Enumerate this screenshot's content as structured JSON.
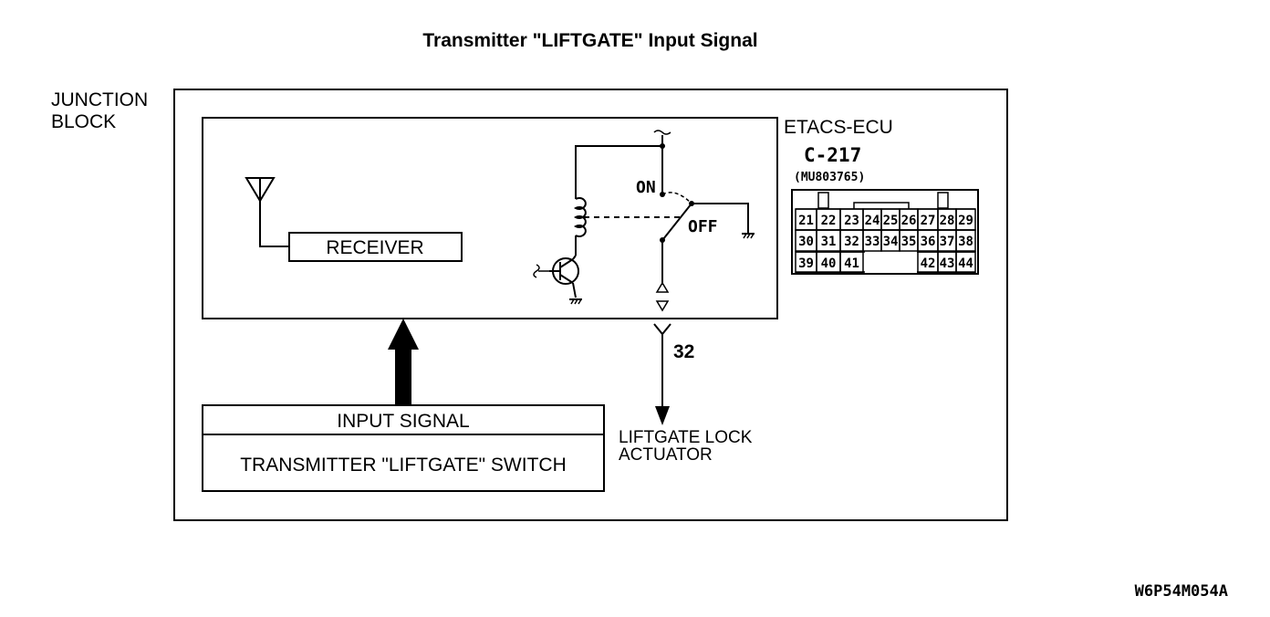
{
  "title": "Transmitter \"LIFTGATE\" Input Signal",
  "junction_block": {
    "line1": "JUNCTION",
    "line2": "BLOCK"
  },
  "receiver_label": "RECEIVER",
  "relay": {
    "on_label": "ON",
    "off_label": "OFF"
  },
  "pin_label": "32",
  "actuator": {
    "line1": "LIFTGATE LOCK",
    "line2": "ACTUATOR"
  },
  "input_box": {
    "header": "INPUT SIGNAL",
    "body": "TRANSMITTER \"LIFTGATE\" SWITCH"
  },
  "ecu": {
    "name": "ETACS-ECU",
    "connector": "C-217",
    "part_number": "(MU803765)",
    "row1": [
      "21",
      "22",
      "23",
      "24",
      "25",
      "26",
      "27",
      "28",
      "29"
    ],
    "row2": [
      "30",
      "31",
      "32",
      "33",
      "34",
      "35",
      "36",
      "37",
      "38"
    ],
    "row3_left": [
      "39",
      "40",
      "41"
    ],
    "row3_right": [
      "42",
      "43",
      "44"
    ]
  },
  "figure_code": "W6P54M054A"
}
